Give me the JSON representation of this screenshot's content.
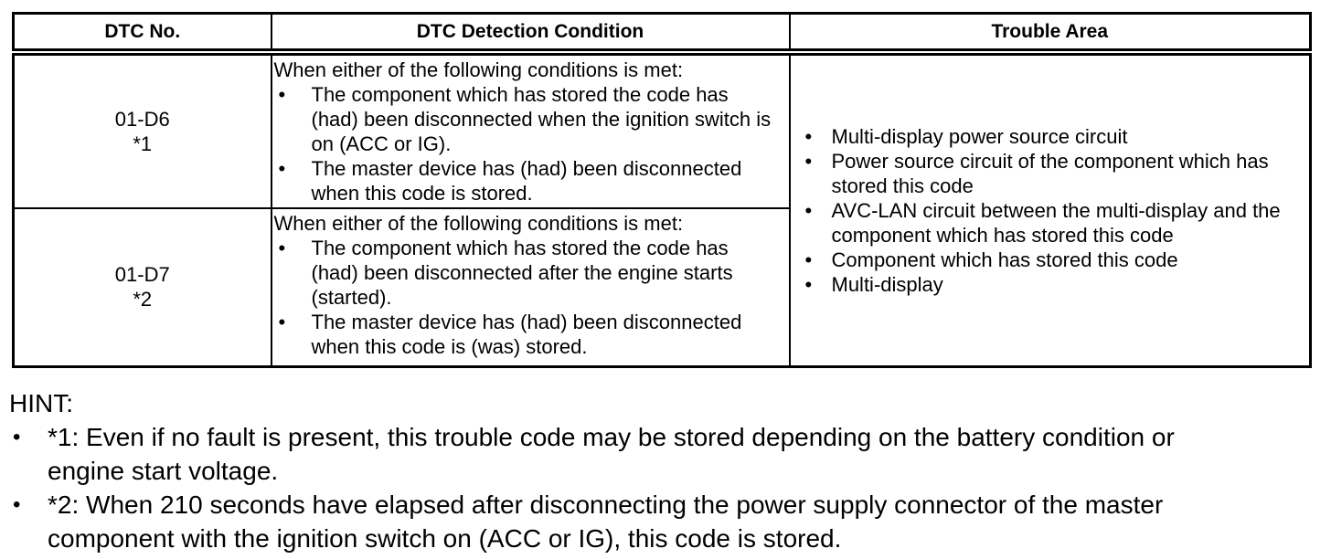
{
  "colors": {
    "text": "#000000",
    "border": "#000000",
    "background": "#ffffff"
  },
  "bullet": "•",
  "table": {
    "col_headers": [
      "DTC No.",
      "DTC Detection Condition",
      "Trouble Area"
    ],
    "rows": [
      {
        "dtc_no": "01-D6",
        "dtc_note": "*1",
        "condition_intro": "When either of the following conditions is met:",
        "conditions": [
          "The component which has stored the code has (had) been disconnected when the ignition switch is on (ACC or IG).",
          "The master device has (had) been disconnected when this code is stored."
        ]
      },
      {
        "dtc_no": "01-D7",
        "dtc_note": "*2",
        "condition_intro": "When either of the following conditions is met:",
        "conditions": [
          "The component which has stored the code has (had) been disconnected after the engine starts (started).",
          "The master device has (had) been disconnected when this code is (was) stored."
        ]
      }
    ],
    "trouble_areas": [
      "Multi-display power source circuit",
      "Power source circuit of the component which has stored this code",
      "AVC-LAN circuit between the multi-display and the component which has stored this code",
      "Component which has stored this code",
      "Multi-display"
    ]
  },
  "hint": {
    "label": "HINT:",
    "items": [
      "*1: Even if no fault is present, this trouble code may be stored depending on the battery condition or engine start voltage.",
      "*2: When 210 seconds have elapsed after disconnecting the power supply connector of the master component with the ignition switch on (ACC or IG), this code is stored."
    ]
  }
}
